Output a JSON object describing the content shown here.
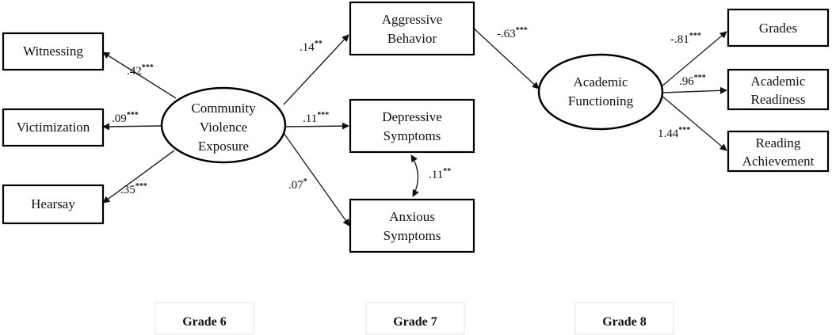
{
  "nodes": {
    "witnessing": "Witnessing",
    "victimization": "Victimization",
    "hearsay": "Hearsay",
    "cve": [
      "Community",
      "Violence",
      "Exposure"
    ],
    "aggressive": [
      "Aggressive",
      "Behavior"
    ],
    "depressive": [
      "Depressive",
      "Symptoms"
    ],
    "anxious": [
      "Anxious",
      "Symptoms"
    ],
    "academic": [
      "Academic",
      "Functioning"
    ],
    "grades": "Grades",
    "readiness": [
      "Academic",
      "Readiness"
    ],
    "reading": [
      "Reading",
      "Achievement"
    ]
  },
  "coefficients": {
    "witnessing": {
      "value": ".42",
      "sig": "***"
    },
    "victimization": {
      "value": ".09",
      "sig": "***"
    },
    "hearsay": {
      "value": ".35",
      "sig": "***"
    },
    "aggressive": {
      "value": ".14",
      "sig": "**"
    },
    "depressive": {
      "value": ".11",
      "sig": "***"
    },
    "anxious": {
      "value": ".07",
      "sig": "*"
    },
    "dep_anx": {
      "value": ".11",
      "sig": "**"
    },
    "agg_academic": {
      "value": "-.63",
      "sig": "***"
    },
    "grades": {
      "value": "-.81",
      "sig": "***"
    },
    "readiness": {
      "value": ".96",
      "sig": "***"
    },
    "reading": {
      "value": "1.44",
      "sig": "***"
    }
  },
  "grades": {
    "g6": "Grade 6",
    "g7": "Grade 7",
    "g8": "Grade 8"
  }
}
